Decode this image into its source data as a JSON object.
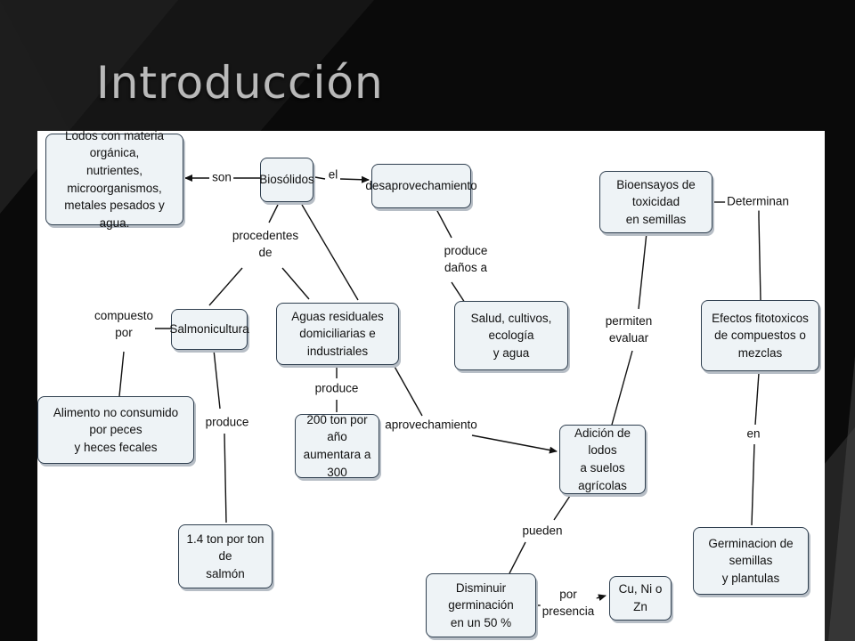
{
  "slide": {
    "title": "Introducción"
  },
  "nodes": {
    "lodos": "Lodos con materia orgánica,\nnutrientes, microorganismos,\nmetales pesados y agua.",
    "biosolidos": "Biosólidos",
    "desaprovechamiento": "desaprovechamiento",
    "bioensayos": "Bioensayos de toxicidad\nen semillas",
    "salmonicultura": "Salmonicultura",
    "aguas": "Aguas residuales\ndomiciliarias e industriales",
    "salud": "Salud, cultivos, ecología\ny agua",
    "efectos": "Efectos fitotoxicos\nde compuestos o mezclas",
    "alimento": "Alimento no consumido por peces\ny heces fecales",
    "ton200": "200 ton por año\naumentara a 300",
    "adicion": "Adición de lodos\na suelos agrícolas",
    "ton14": "1.4 ton por ton de\nsalmón",
    "germinacion": "Germinacion de semillas\ny plantulas",
    "disminuir": "Disminuir germinación\nen un 50 %",
    "metales": "Cu, Ni o Zn"
  },
  "links": {
    "son": "son",
    "el": "el",
    "procedentes": "procedentes\nde",
    "produce_danos": "produce\ndaños a",
    "determinan": "Determinan",
    "compuesto": "compuesto\npor",
    "permiten": "permiten\nevaluar",
    "produce_aguas": "produce",
    "produce_salmon": "produce",
    "aprovechamiento": "aprovechamiento",
    "en": "en",
    "pueden": "pueden",
    "por_presencia": "por\npresencia"
  }
}
